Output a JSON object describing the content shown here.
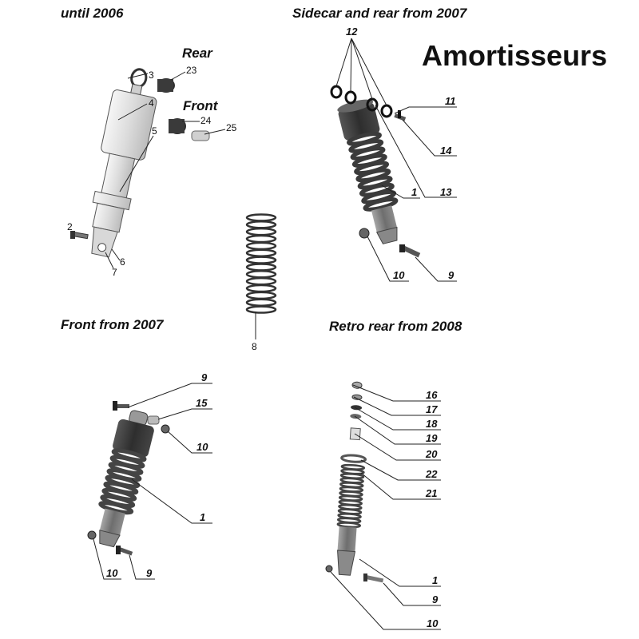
{
  "title": "Amortisseurs",
  "sections": {
    "until_2006": "until  2006",
    "sidecar_rear_2007": "Sidecar and rear from 2007",
    "front_2007": "Front from 2007",
    "retro_rear_2008": "Retro rear from 2008"
  },
  "sublabels": {
    "rear": "Rear",
    "front": "Front"
  },
  "callouts": {
    "a2": "2",
    "a3": "3",
    "a4": "4",
    "a5": "5",
    "a6": "6",
    "a7": "7",
    "a23": "23",
    "a24": "24",
    "a25": "25",
    "spring8": "8",
    "b12": "12",
    "b11": "11",
    "b14": "14",
    "b13": "13",
    "b1": "1",
    "b10": "10",
    "b9": "9",
    "c9": "9",
    "c15": "15",
    "c10": "10",
    "c1": "1",
    "c10b": "10",
    "c9b": "9",
    "d16": "16",
    "d17": "17",
    "d18": "18",
    "d19": "19",
    "d20": "20",
    "d22": "22",
    "d21": "21",
    "d1": "1",
    "d9": "9",
    "d10": "10"
  },
  "colors": {
    "part_fill": "#e6e6e6",
    "part_dark": "#3b3b3b",
    "part_mid": "#8a8a8a",
    "line": "#222222"
  }
}
